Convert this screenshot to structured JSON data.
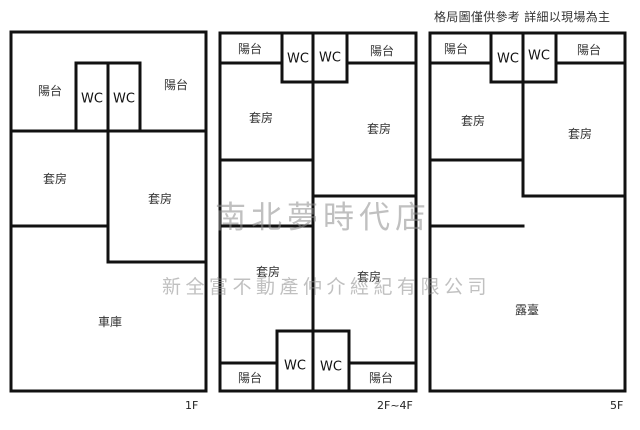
{
  "header": {
    "disclaimer": "格局圖僅供參考 詳細以現場為主"
  },
  "watermark": {
    "brand": "南北夢時代店",
    "company": "新全富不動產仲介經紀有限公司"
  },
  "floors": [
    {
      "id": "1F",
      "tag": "1F",
      "rooms": [
        {
          "name": "balcony-left",
          "label": "陽台"
        },
        {
          "name": "wc-left",
          "label": "WC"
        },
        {
          "name": "wc-right",
          "label": "WC"
        },
        {
          "name": "balcony-right",
          "label": "陽台"
        },
        {
          "name": "suite-left",
          "label": "套房"
        },
        {
          "name": "suite-right",
          "label": "套房"
        },
        {
          "name": "garage",
          "label": "車庫"
        }
      ]
    },
    {
      "id": "2F-4F",
      "tag": "2F~4F",
      "rooms": [
        {
          "name": "balcony-top-left",
          "label": "陽台"
        },
        {
          "name": "wc-top-left",
          "label": "WC"
        },
        {
          "name": "wc-top-right",
          "label": "WC"
        },
        {
          "name": "balcony-top-right",
          "label": "陽台"
        },
        {
          "name": "suite-top-left",
          "label": "套房"
        },
        {
          "name": "suite-top-right",
          "label": "套房"
        },
        {
          "name": "suite-bottom-left",
          "label": "套房"
        },
        {
          "name": "suite-bottom-right",
          "label": "套房"
        },
        {
          "name": "wc-bottom-left",
          "label": "WC"
        },
        {
          "name": "wc-bottom-right",
          "label": "WC"
        },
        {
          "name": "balcony-bottom-left",
          "label": "陽台"
        },
        {
          "name": "balcony-bottom-right",
          "label": "陽台"
        }
      ]
    },
    {
      "id": "5F",
      "tag": "5F",
      "rooms": [
        {
          "name": "balcony-left",
          "label": "陽台"
        },
        {
          "name": "wc-left",
          "label": "WC"
        },
        {
          "name": "wc-right",
          "label": "WC"
        },
        {
          "name": "balcony-right",
          "label": "陽台"
        },
        {
          "name": "suite-left",
          "label": "套房"
        },
        {
          "name": "suite-right",
          "label": "套房"
        },
        {
          "name": "terrace",
          "label": "露臺"
        }
      ]
    }
  ]
}
